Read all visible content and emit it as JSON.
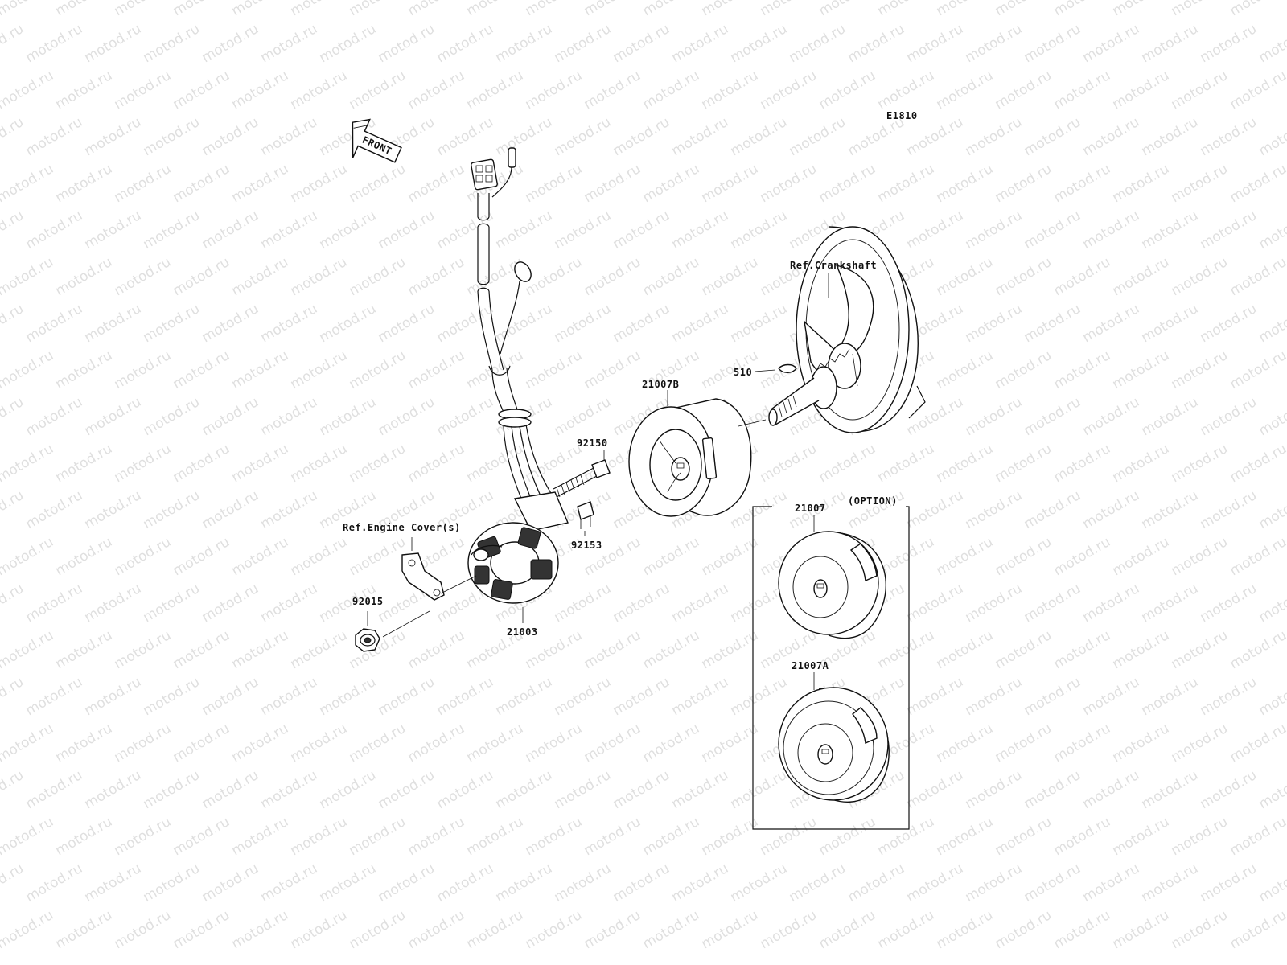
{
  "diagram": {
    "code": "E1810",
    "front_label": "FRONT",
    "watermark": "motod.ru",
    "box_label": "(OPTION)",
    "labels": {
      "crankshaft": "Ref.Crankshaft",
      "key": "510",
      "rotor_b": "21007B",
      "bolt_92150": "92150",
      "bolt_92153": "92153",
      "engine_cover": "Ref.Engine Cover(s)",
      "nut": "92015",
      "stator": "21003",
      "rotor": "21007",
      "rotor_a": "21007A"
    }
  }
}
